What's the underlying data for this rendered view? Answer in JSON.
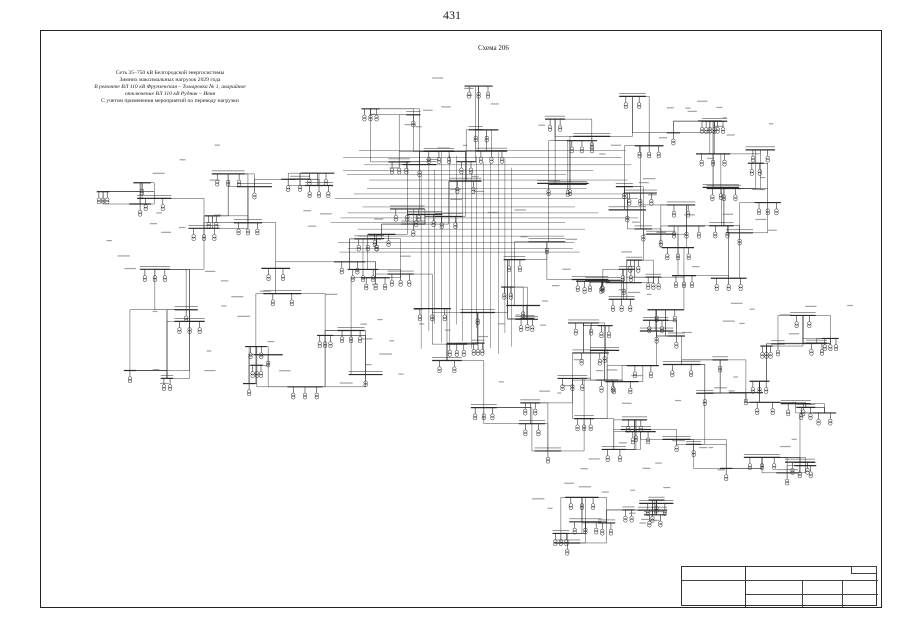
{
  "page": {
    "number": "431"
  },
  "scheme": {
    "label": "Схема 206"
  },
  "title": {
    "lines": [
      "Сеть 35–750 кВ Белгородской энергосистемы",
      "Зимних максимальных нагрузок 2029 года",
      "В ремонте ВЛ 110 кВ Фрунзенская – Томаровка № 1, аварийное",
      "отключение ВЛ 110 кВ Рудник – Ивня",
      "С учетом применения мероприятий по переводу нагрузки"
    ]
  },
  "colors": {
    "line": "#2b2b2b",
    "frame": "#222222",
    "background": "#ffffff"
  }
}
